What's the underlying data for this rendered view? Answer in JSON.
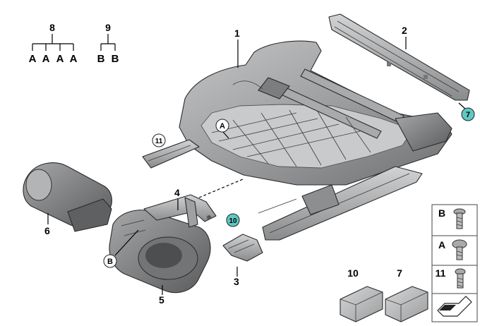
{
  "diagram": {
    "part_numbers": [
      "1",
      "2",
      "3",
      "4",
      "5",
      "6",
      "7",
      "8",
      "9",
      "10",
      "11"
    ],
    "callouts": {
      "c7": "7",
      "c10": "10",
      "c11": "11",
      "cA": "A",
      "cB": "B"
    },
    "tree8": {
      "head": "8",
      "leaves": [
        "A",
        "A",
        "A",
        "A"
      ]
    },
    "tree9": {
      "head": "9",
      "leaves": [
        "B",
        "B"
      ]
    },
    "legend": [
      {
        "key": "B"
      },
      {
        "key": "A"
      },
      {
        "key": "11"
      }
    ],
    "boxes": {
      "box10": "10",
      "box7": "7"
    },
    "colors": {
      "teal_callout": "#5ec8c4",
      "part_gray": "#9a9b9d",
      "part_dark": "#6d6e70"
    }
  }
}
